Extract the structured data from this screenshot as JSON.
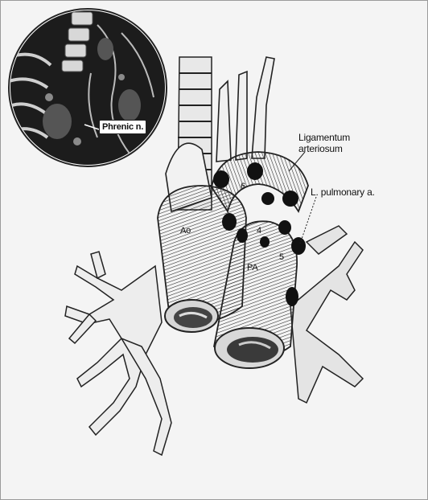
{
  "labels": {
    "ligamentum_line1": "Ligamentum",
    "ligamentum_line2": "arteriosum",
    "pulmonary": "L. pulmonary a.",
    "aorta": "Ao",
    "pulmonary_artery": "PA",
    "phrenic": "Phrenic n.",
    "node_5": "5",
    "node_6": "6",
    "node_4": "4"
  },
  "colors": {
    "ink": "#111111",
    "background": "#f4f4f4",
    "inset_dark": "#1c1c1c",
    "border": "#9a9a9a"
  }
}
